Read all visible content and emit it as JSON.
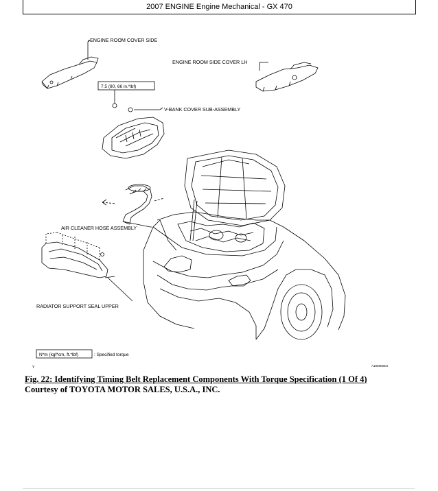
{
  "header": {
    "title": "2007 ENGINE Engine Mechanical - GX 470"
  },
  "figure": {
    "labels": {
      "engine_room_cover_side": "ENGINE ROOM COVER SIDE",
      "engine_room_side_cover_lh": "ENGINE ROOM SIDE COVER LH",
      "torque_box": "7.5 (80, 66 in.*lbf)",
      "v_bank_cover": "V-BANK COVER SUB-ASSEMBLY",
      "air_cleaner_hose": "AIR CLEANER HOSE ASSEMBLY",
      "radiator_support_seal": "RADIATOR SUPPORT SEAL UPPER",
      "legend_box": "N*m (kgf*cm, ft.*lbf)",
      "legend_text": ": Specified torque",
      "corner_mark": "Y",
      "image_code": "A180905EG"
    }
  },
  "caption": {
    "title": "Fig. 22: Identifying Timing Belt Replacement Components With Torque Specification (1 Of 4)",
    "credit": "Courtesy of TOYOTA MOTOR SALES, U.S.A., INC."
  }
}
